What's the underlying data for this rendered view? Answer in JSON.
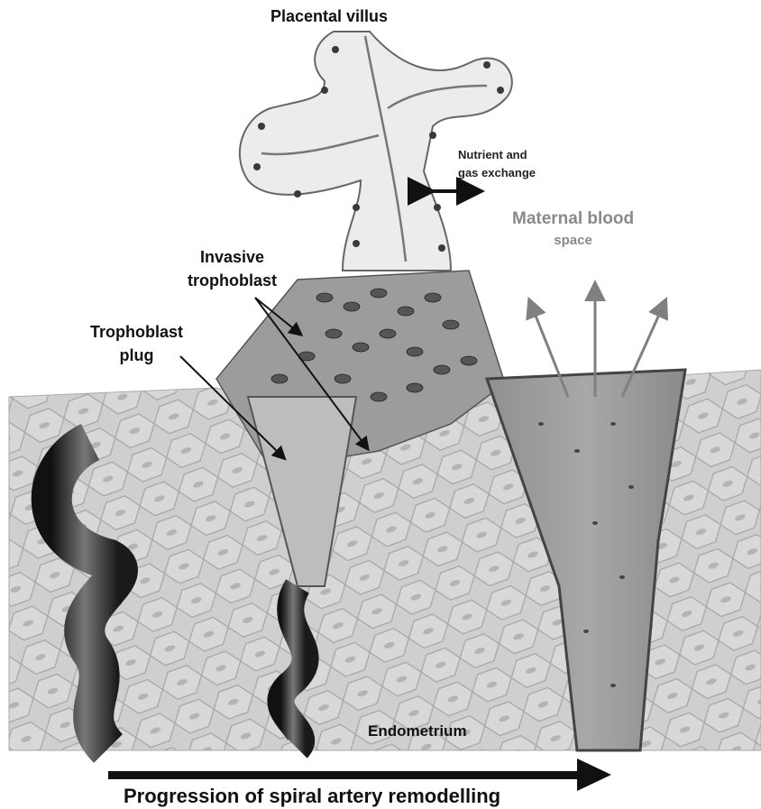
{
  "labels": {
    "placental_villus": "Placental villus",
    "nutrient_line1": "Nutrient and",
    "nutrient_line2": "gas exchange",
    "maternal_line1": "Maternal blood",
    "maternal_line2": "space",
    "invasive_line1": "Invasive",
    "invasive_line2": "trophoblast",
    "plug_line1": "Trophoblast",
    "plug_line2": "plug",
    "endometrium": "Endometrium",
    "progression": "Progression of spiral artery remodelling"
  },
  "colors": {
    "tissue": "#c9c9c9",
    "tissue_edge": "#9a9a9a",
    "artery_dark": "#2a2a2a",
    "villus_fill": "#ececec",
    "cell_dark": "#3a3a3a",
    "maternal_text": "#8a8a8a",
    "arrow": "#111111"
  }
}
